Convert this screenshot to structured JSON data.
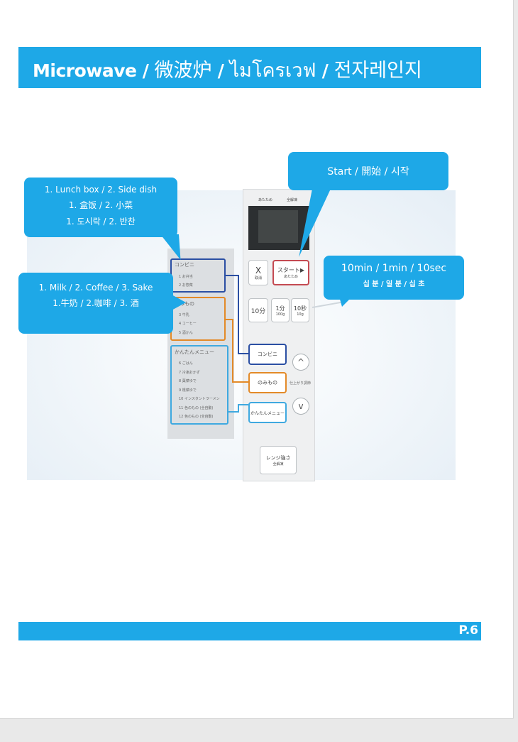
{
  "header": {
    "title_en": "Microwave",
    "sep1": " / ",
    "title_zh": "微波炉",
    "sep2": " / ",
    "title_th": "ไมโครเวฟ",
    "sep3": " / ",
    "title_ko": "전자레인지"
  },
  "callouts": {
    "food": {
      "line1": "1. Lunch box / 2. Side dish",
      "line2": "1. 盒饭 / 2. 小菜",
      "line3": "1. 도시락 / 2. 반찬"
    },
    "drinks": {
      "line1": "1. Milk / 2. Coffee / 3. Sake",
      "line2": "1.牛奶 / 2.咖啡 / 3. 酒"
    },
    "start": {
      "line1": "Start / 開始 / 시작"
    },
    "timer": {
      "line1": "10min / 1min / 10sec",
      "line2": "십 분 / 일 분 / 십 초"
    }
  },
  "panel": {
    "lcd_left": "あたため",
    "lcd_right": "全解凍",
    "cancel_symbol": "X",
    "cancel_label": "取消",
    "start_label": "スタート▶",
    "start_sub": "あたため",
    "btn_10min": "10分",
    "btn_1min": "1分",
    "btn_1min_sub": "100g",
    "btn_10sec": "10秒",
    "btn_10sec_sub": "10g",
    "konbini": "コンビニ",
    "nomimono": "のみもの",
    "kantan": "かんたんメニュー",
    "up_symbol": "^",
    "down_symbol": "v",
    "finish_label": "仕上がり調節",
    "range_line1": "レンジ強さ",
    "range_line2": "全解凍",
    "menu_konbini_title": "コンビニ",
    "menu_konbini_1": "1  お弁当",
    "menu_konbini_2": "2  お惣菜",
    "menu_nomi_title": "のみもの",
    "menu_nomi_1": "3  牛乳",
    "menu_nomi_2": "4  コーヒー",
    "menu_nomi_3": "5  酒かん",
    "menu_kantan_title": "かんたんメニュー",
    "menu_kantan_items": [
      "6  ごはん",
      "7  冷凍おかず",
      "8  葉菜ゆで",
      "9  根菜ゆで",
      "10  インスタントラーメン",
      "11  色のもの (全自動)",
      "12  色のもの (全自動)"
    ]
  },
  "footer": {
    "page": "P.6"
  },
  "colors": {
    "accent": "#1ea8e7",
    "blue_outline": "#2b4fa3",
    "orange_outline": "#e38a28",
    "lightblue_outline": "#3fa9e0",
    "start_outline": "#c44a52"
  }
}
